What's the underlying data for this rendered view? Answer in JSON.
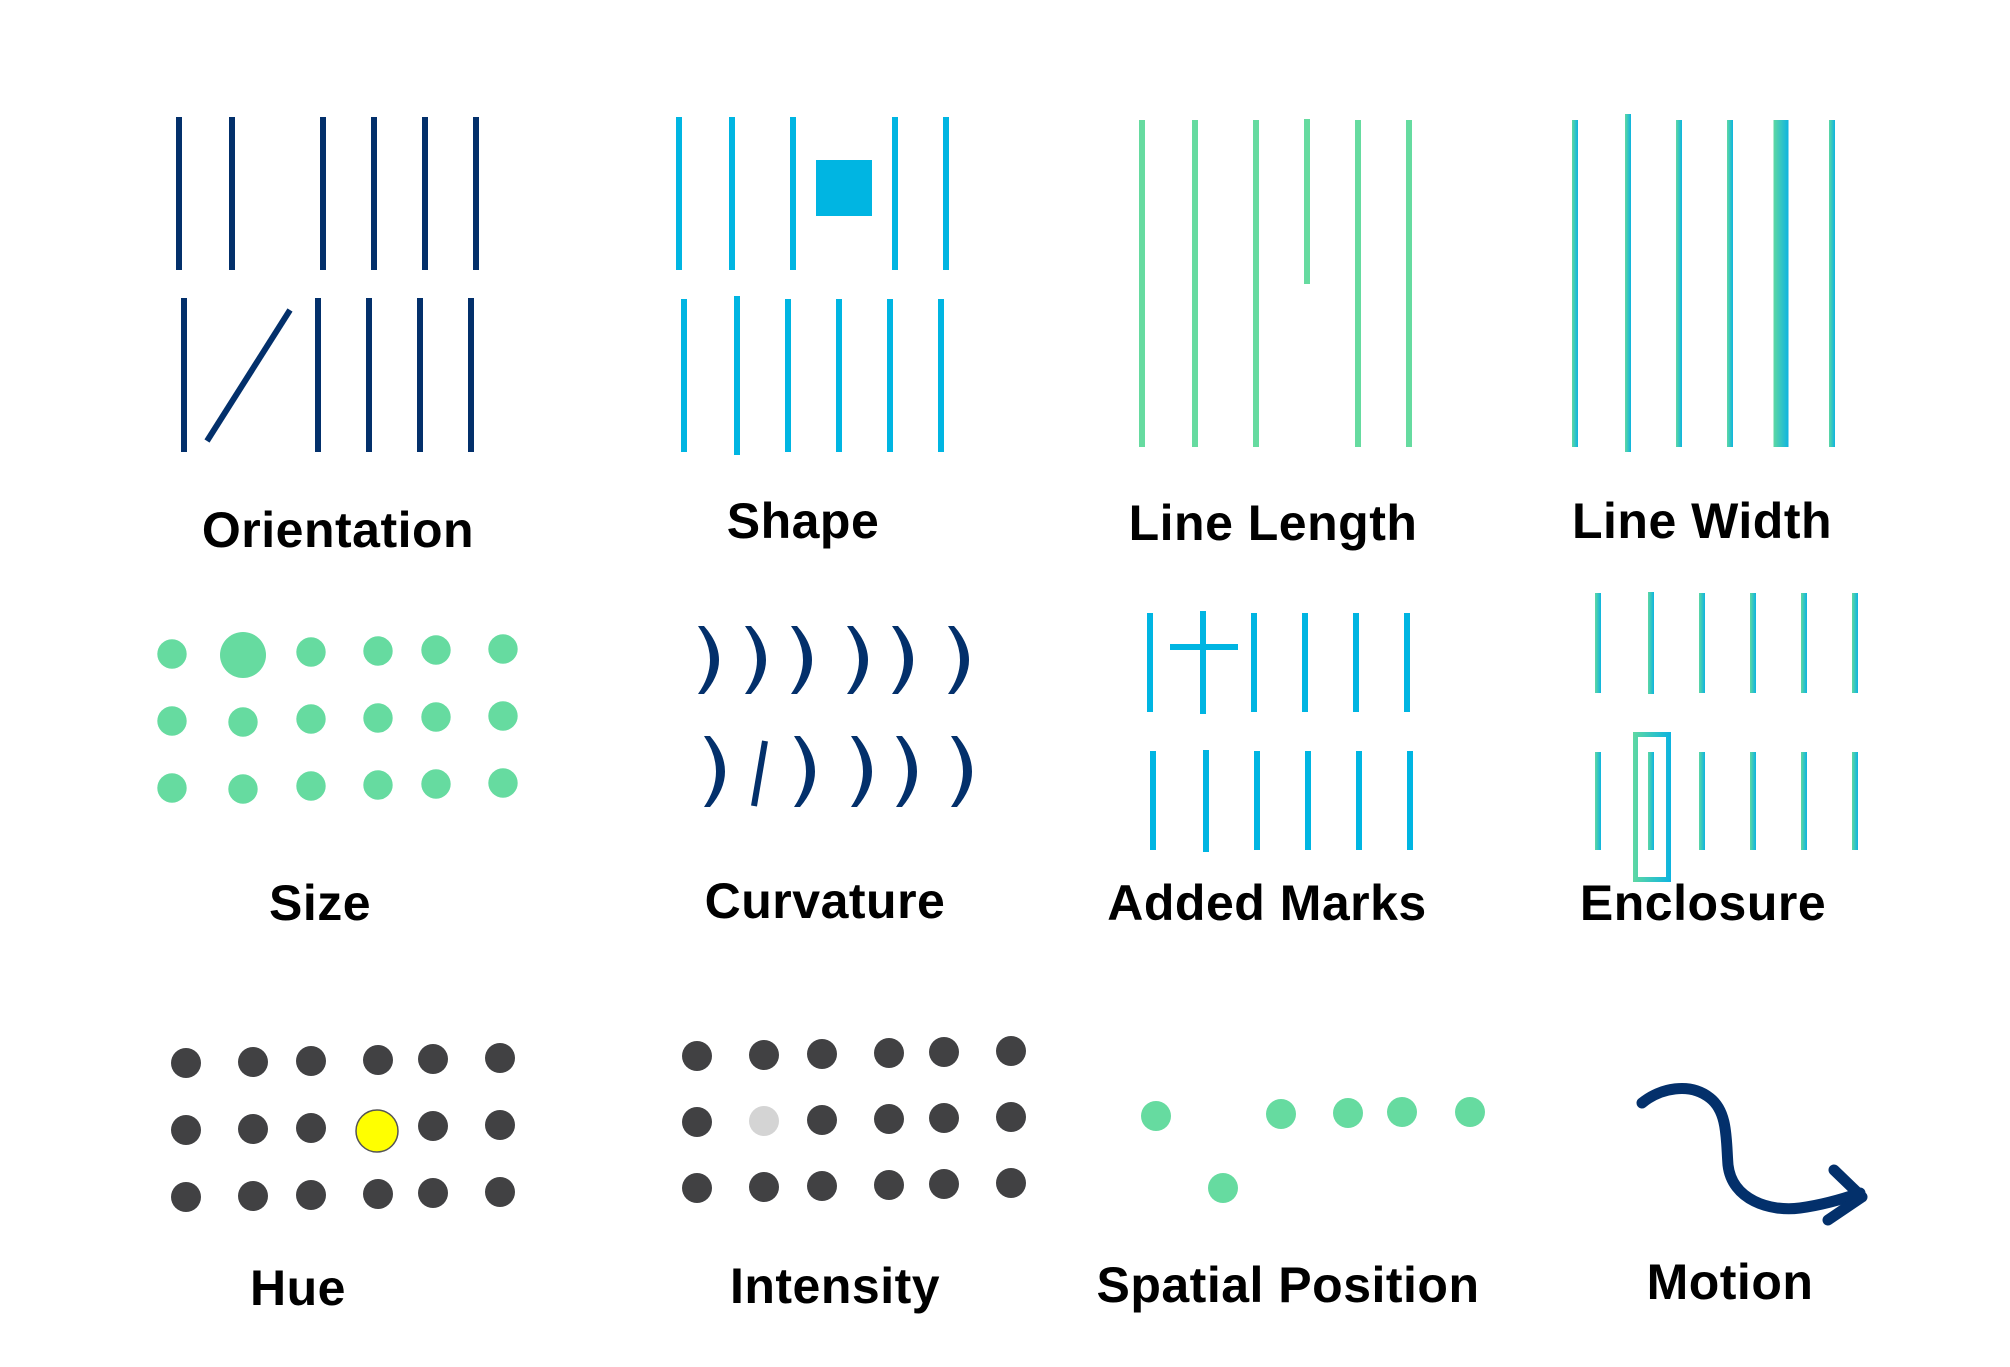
{
  "title": "Preattentive Attributes",
  "colors": {
    "navy": "#03306B",
    "cyan": "#00B5E2",
    "mint": "#66DBA0",
    "gradient_start": "#5ED8A3",
    "gradient_end": "#0DB4E0",
    "dark_dot": "#414143",
    "light_dot": "#D4D4D4",
    "highlight_yellow": "#FFFF00",
    "label": "#000000"
  },
  "panels": [
    {
      "id": "orientation",
      "label": "Orientation",
      "mark": "vertical-lines",
      "rows": 2,
      "cols": 6,
      "odd_one": {
        "row": 1,
        "col": 1,
        "variation": "tilted line"
      }
    },
    {
      "id": "shape",
      "label": "Shape",
      "mark": "vertical-lines",
      "rows": 2,
      "cols": 6,
      "odd_one": {
        "row": 0,
        "col": 3,
        "variation": "square"
      }
    },
    {
      "id": "line-length",
      "label": "Line Length",
      "mark": "vertical-lines",
      "rows": 1,
      "cols": 6,
      "odd_one": {
        "row": 0,
        "col": 3,
        "variation": "half length"
      }
    },
    {
      "id": "line-width",
      "label": "Line Width",
      "mark": "vertical-lines",
      "rows": 1,
      "cols": 6,
      "odd_one": {
        "row": 0,
        "col": 4,
        "variation": "thicker line"
      }
    },
    {
      "id": "size",
      "label": "Size",
      "mark": "dots",
      "rows": 3,
      "cols": 6,
      "odd_one": {
        "row": 0,
        "col": 1,
        "variation": "larger dot"
      }
    },
    {
      "id": "curvature",
      "label": "Curvature",
      "mark": "arcs",
      "rows": 2,
      "cols": 6,
      "odd_one": {
        "row": 1,
        "col": 1,
        "variation": "straight slash"
      }
    },
    {
      "id": "added-marks",
      "label": "Added Marks",
      "mark": "vertical-lines",
      "rows": 2,
      "cols": 6,
      "odd_one": {
        "row": 0,
        "col": 1,
        "variation": "cross bar"
      }
    },
    {
      "id": "enclosure",
      "label": "Enclosure",
      "mark": "vertical-lines",
      "rows": 2,
      "cols": 6,
      "odd_one": {
        "row": 1,
        "col": 1,
        "variation": "enclosed by rectangle"
      }
    },
    {
      "id": "hue",
      "label": "Hue",
      "mark": "dots",
      "rows": 3,
      "cols": 6,
      "odd_one": {
        "row": 1,
        "col": 3,
        "variation": "yellow dot"
      }
    },
    {
      "id": "intensity",
      "label": "Intensity",
      "mark": "dots",
      "rows": 3,
      "cols": 6,
      "odd_one": {
        "row": 1,
        "col": 1,
        "variation": "light gray dot"
      }
    },
    {
      "id": "spatial-position",
      "label": "Spatial Position",
      "mark": "dots",
      "rows": 1,
      "cols": 6,
      "odd_one": {
        "row": 0,
        "col": 1,
        "variation": "displaced dot"
      }
    },
    {
      "id": "motion",
      "label": "Motion",
      "mark": "curved-arrow",
      "icon": "curved-arrow-icon"
    }
  ]
}
